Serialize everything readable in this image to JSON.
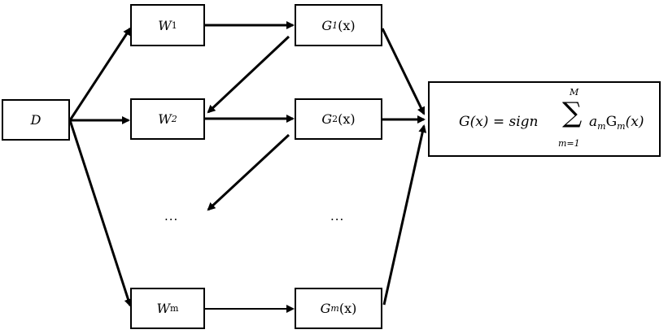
{
  "diagram": {
    "nodes": {
      "D": {
        "text": "D"
      },
      "W1": {
        "base": "W",
        "sub": "1"
      },
      "W2": {
        "base": "W",
        "sub": "2"
      },
      "Wm": {
        "base": "W",
        "sub": "m"
      },
      "G1": {
        "base": "G",
        "sub": "1",
        "arg": "(x)"
      },
      "G2": {
        "base": "G",
        "sub": "2",
        "arg": "(x)"
      },
      "Gm": {
        "base": "G",
        "sub": "m",
        "arg": "(x)"
      }
    },
    "ellipsis": {
      "left": "...",
      "right": "..."
    },
    "formula": {
      "lhs": "G(x) = ",
      "sign": "sign",
      "sigma": "∑",
      "upper": "M",
      "lower": "m=1",
      "term_a": "a",
      "term_a_sub": "m",
      "term_G": "G",
      "term_G_sub": "m",
      "term_arg": "(x)"
    },
    "edges": [
      [
        "D",
        "W1"
      ],
      [
        "D",
        "W2"
      ],
      [
        "D",
        "Wm"
      ],
      [
        "W1",
        "G1"
      ],
      [
        "W2",
        "G2"
      ],
      [
        "Wm",
        "Gm"
      ],
      [
        "G1",
        "W2"
      ],
      [
        "G2",
        "ellipsis-left"
      ],
      [
        "G1",
        "formula"
      ],
      [
        "G2",
        "formula"
      ],
      [
        "Gm",
        "formula"
      ]
    ]
  }
}
